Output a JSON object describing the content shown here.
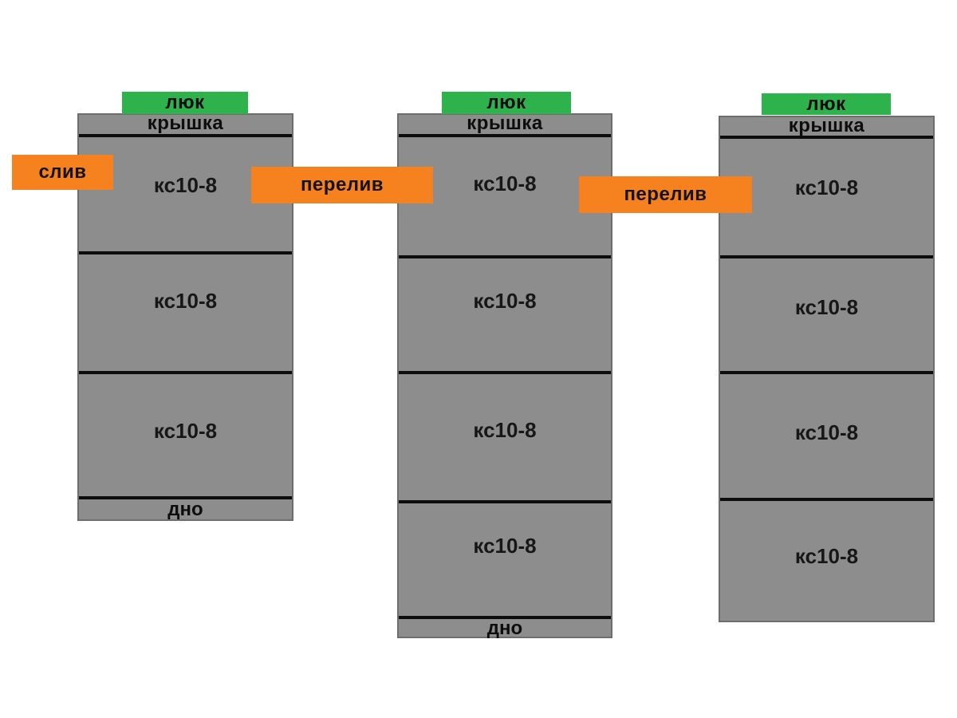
{
  "diagram": {
    "description": "Three-well septic system scheme built from concrete rings",
    "colors": {
      "well_gray": "#8d8d8d",
      "hatch_green": "#2eb34c",
      "pipe_orange": "#f5821f",
      "line_black": "#0d0d0d"
    },
    "wells": [
      {
        "name": "well-1",
        "hatch": "люк",
        "cover": "крышка",
        "rings": [
          "кс10-8",
          "кс10-8",
          "кс10-8"
        ],
        "bottom": "дно"
      },
      {
        "name": "well-2",
        "hatch": "люк",
        "cover": "крышка",
        "rings": [
          "кс10-8",
          "кс10-8",
          "кс10-8",
          "кс10-8"
        ],
        "bottom": "дно"
      },
      {
        "name": "well-3",
        "hatch": "люк",
        "cover": "крышка",
        "rings": [
          "кс10-8",
          "кс10-8",
          "кс10-8",
          "кс10-8"
        ],
        "bottom": ""
      }
    ],
    "connectors": [
      {
        "name": "drain",
        "label": "слив"
      },
      {
        "name": "overflow-1",
        "label": "перелив"
      },
      {
        "name": "overflow-2",
        "label": "перелив"
      }
    ]
  }
}
